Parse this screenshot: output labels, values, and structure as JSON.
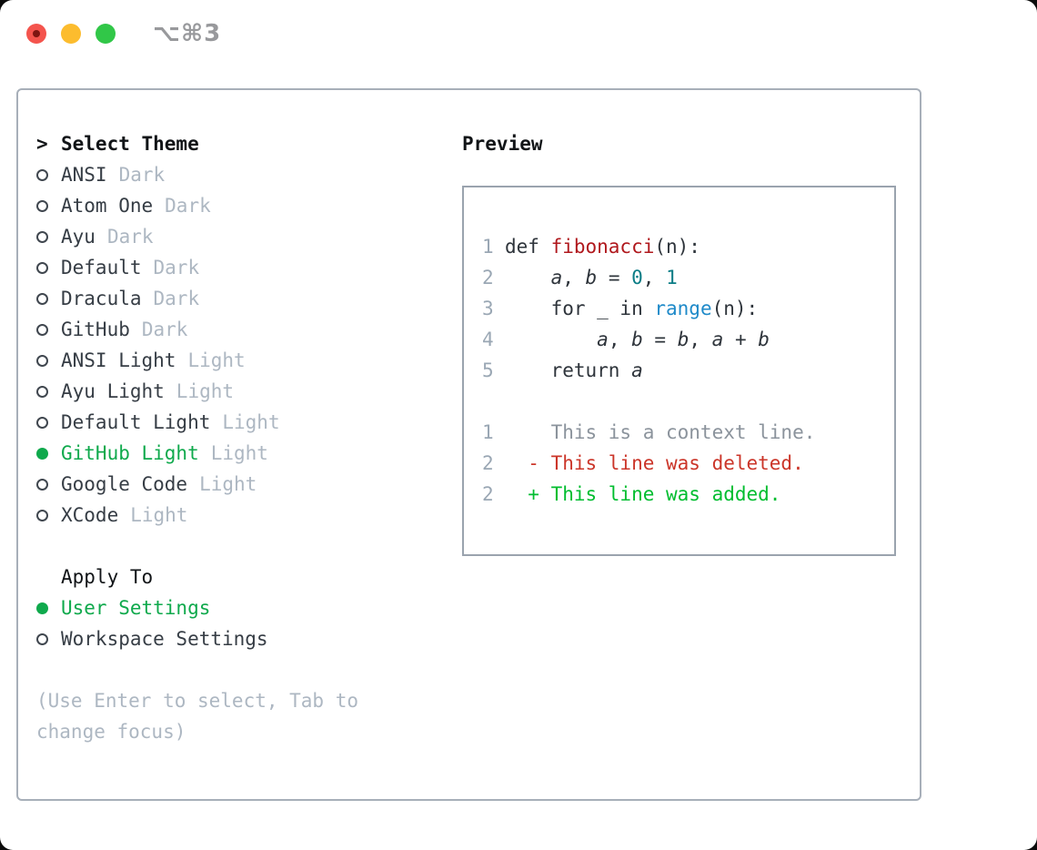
{
  "titlebar": {
    "shortcut": "⌥⌘3",
    "traffic_lights": [
      {
        "icon": "close-icon",
        "color": "#f4544d"
      },
      {
        "icon": "minimize-icon",
        "color": "#fcbc2e"
      },
      {
        "icon": "zoom-icon",
        "color": "#31c748"
      }
    ]
  },
  "theme_menu": {
    "prompt": ">",
    "title": "Select Theme",
    "items": [
      {
        "label": "ANSI",
        "variant": "Dark",
        "selected": false
      },
      {
        "label": "Atom One",
        "variant": "Dark",
        "selected": false
      },
      {
        "label": "Ayu",
        "variant": "Dark",
        "selected": false
      },
      {
        "label": "Default",
        "variant": "Dark",
        "selected": false
      },
      {
        "label": "Dracula",
        "variant": "Dark",
        "selected": false
      },
      {
        "label": "GitHub",
        "variant": "Dark",
        "selected": false
      },
      {
        "label": "ANSI Light",
        "variant": "Light",
        "selected": false
      },
      {
        "label": "Ayu Light",
        "variant": "Light",
        "selected": false
      },
      {
        "label": "Default Light",
        "variant": "Light",
        "selected": false
      },
      {
        "label": "GitHub Light",
        "variant": "Light",
        "selected": true
      },
      {
        "label": "Google Code",
        "variant": "Light",
        "selected": false
      },
      {
        "label": "XCode",
        "variant": "Light",
        "selected": false
      }
    ]
  },
  "apply_to": {
    "title": "Apply To",
    "options": [
      {
        "label": "User Settings",
        "selected": true
      },
      {
        "label": "Workspace Settings",
        "selected": false
      }
    ]
  },
  "hint_lines": [
    "(Use Enter to select, Tab to",
    "change focus)"
  ],
  "preview": {
    "title": "Preview",
    "lines": [
      {
        "num": "1",
        "tokens": [
          [
            "def ",
            "p"
          ],
          [
            "fibonacci",
            "fn"
          ],
          [
            "(n):",
            "p"
          ]
        ]
      },
      {
        "num": "2",
        "tokens": [
          [
            "    ",
            "p"
          ],
          [
            "a",
            "v"
          ],
          [
            ", ",
            "p"
          ],
          [
            "b",
            "v"
          ],
          [
            " = ",
            "p"
          ],
          [
            "0",
            "num"
          ],
          [
            ", ",
            "p"
          ],
          [
            "1",
            "num"
          ]
        ]
      },
      {
        "num": "3",
        "tokens": [
          [
            "    for _ in ",
            "p"
          ],
          [
            "range",
            "bi"
          ],
          [
            "(n):",
            "p"
          ]
        ]
      },
      {
        "num": "4",
        "tokens": [
          [
            "        ",
            "p"
          ],
          [
            "a",
            "v"
          ],
          [
            ", ",
            "p"
          ],
          [
            "b",
            "v"
          ],
          [
            " = ",
            "p"
          ],
          [
            "b",
            "v"
          ],
          [
            ", ",
            "p"
          ],
          [
            "a",
            "v"
          ],
          [
            " + ",
            "p"
          ],
          [
            "b",
            "v"
          ]
        ]
      },
      {
        "num": "5",
        "tokens": [
          [
            "    return ",
            "p"
          ],
          [
            "a",
            "v"
          ]
        ]
      },
      {
        "num": "",
        "tokens": []
      },
      {
        "num": "1",
        "tokens": [
          [
            "    This is a context line.",
            "ctx"
          ]
        ]
      },
      {
        "num": "2",
        "tokens": [
          [
            "  - This line was deleted.",
            "del"
          ]
        ]
      },
      {
        "num": "2",
        "tokens": [
          [
            "  + This line was added.",
            "add"
          ]
        ]
      }
    ]
  },
  "colors": {
    "selected_green": "#0fa94c",
    "added_green": "#00bd2f",
    "deleted_red": "#cb3529",
    "function_red": "#b0181d",
    "builtin_blue": "#1f8ac9",
    "number_teal": "#0b7d86",
    "muted_gray": "#adb7c2",
    "panel_border": "#a7afb9"
  }
}
